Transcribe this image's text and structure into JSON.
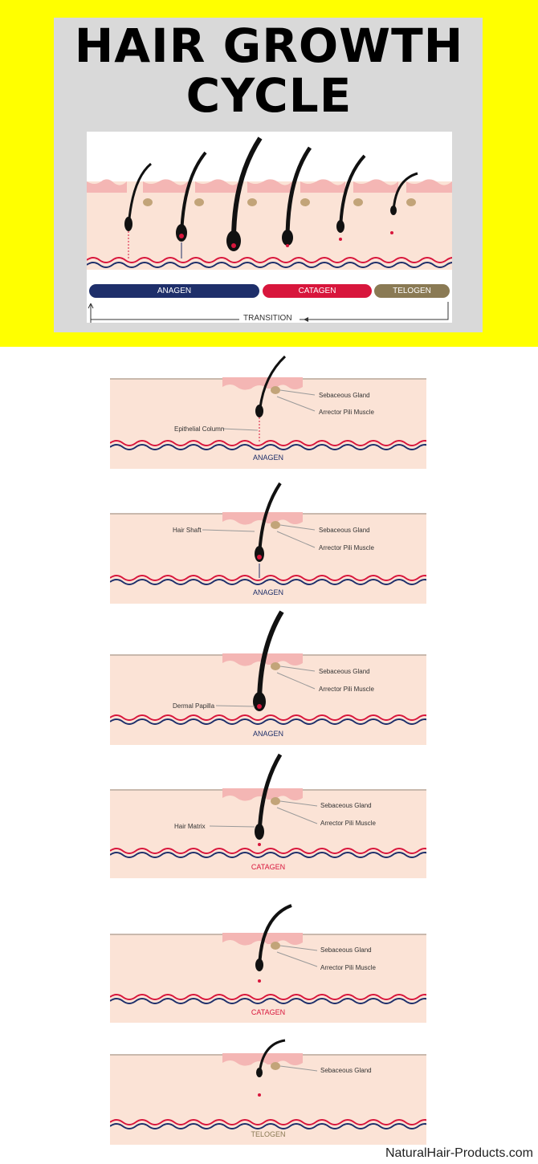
{
  "title": {
    "line1": "HAIR GROWTH",
    "line2": "CYCLE"
  },
  "overview": {
    "phases": [
      {
        "label": "ANAGEN",
        "color": "#1e2f6a"
      },
      {
        "label": "CATAGEN",
        "color": "#d8163c"
      },
      {
        "label": "TELOGEN",
        "color": "#8a7a54"
      }
    ],
    "transition_label": "TRANSITION"
  },
  "panels": [
    {
      "stage": "ANAGEN",
      "stage_color": "#1e2f6a",
      "labels": {
        "sebaceous": "Sebaceous Gland",
        "arrector": "Arrector Pili Muscle",
        "left": "Epithelial Column"
      }
    },
    {
      "stage": "ANAGEN",
      "stage_color": "#1e2f6a",
      "labels": {
        "sebaceous": "Sebaceous Gland",
        "arrector": "Arrector Pili Muscle",
        "left": "Hair Shaft"
      }
    },
    {
      "stage": "ANAGEN",
      "stage_color": "#1e2f6a",
      "labels": {
        "sebaceous": "Sebaceous Gland",
        "arrector": "Arrector Pili Muscle",
        "left": "Dermal Papilla"
      }
    },
    {
      "stage": "CATAGEN",
      "stage_color": "#d8163c",
      "labels": {
        "sebaceous": "Sebaceous Gland",
        "arrector": "Arrector Pili Muscle",
        "left": "Hair Matrix"
      }
    },
    {
      "stage": "CATAGEN",
      "stage_color": "#d8163c",
      "labels": {
        "sebaceous": "Sebaceous Gland",
        "arrector": "Arrector Pili Muscle"
      }
    },
    {
      "stage": "TELOGEN",
      "stage_color": "#8a7a54",
      "labels": {
        "sebaceous": "Sebaceous Gland"
      }
    }
  ],
  "footer": {
    "credit": "NaturalHair-Products.com"
  }
}
